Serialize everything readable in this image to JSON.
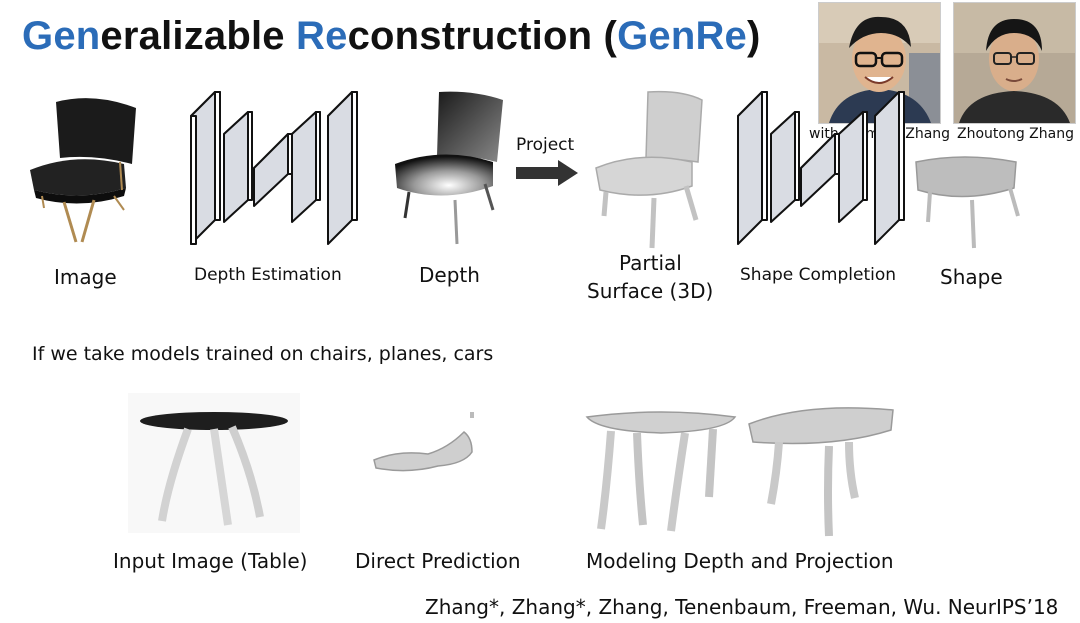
{
  "title": {
    "p1_hl": "Gen",
    "p2": "eralizable ",
    "p3_hl": "Re",
    "p4": "construction (",
    "p5_hl": "GenRe",
    "p6": ")"
  },
  "colors": {
    "accent": "#2b6cb8",
    "text": "#111111"
  },
  "pipeline": {
    "image_label": "Image",
    "depth_estimation_label": "Depth Estimation",
    "depth_label": "Depth",
    "project_label": "Project",
    "partial_line1": "Partial",
    "partial_line2": "Surface (3D)",
    "shape_completion_label": "Shape Completion",
    "shape_label": "Shape"
  },
  "authors": {
    "left_caption": "with Xiuming Zhang",
    "right_caption": "Zhoutong Zhang"
  },
  "experiment": {
    "sentence": "If we take models trained on chairs, planes, cars",
    "input_label": "Input Image (Table)",
    "direct_label": "Direct Prediction",
    "modeling_label": "Modeling Depth and Projection"
  },
  "citation": "Zhang*, Zhang*, Zhang, Tenenbaum, Freeman, Wu. NeurIPS’18"
}
